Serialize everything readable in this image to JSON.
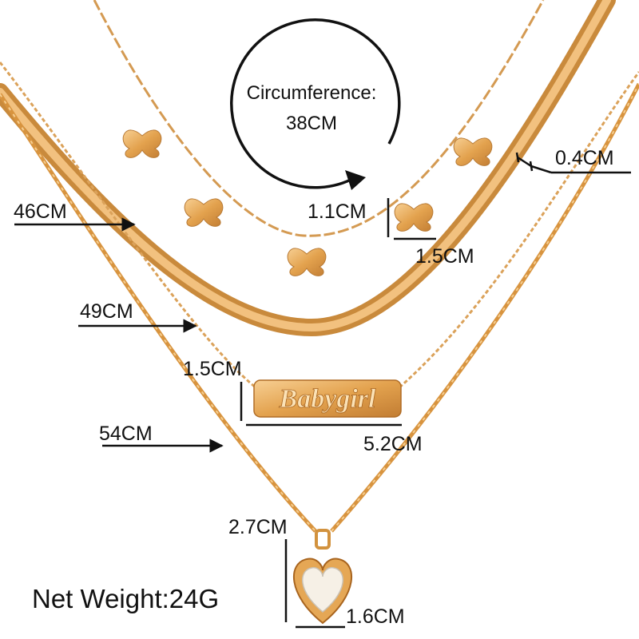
{
  "circumference": {
    "label": "Circumference:",
    "value": "38CM"
  },
  "lengths": {
    "chain1": "46CM",
    "chain2": "49CM",
    "chain3": "54CM"
  },
  "dimensions": {
    "snake_chain_width": "0.4CM",
    "butterfly_height": "1.1CM",
    "butterfly_width": "1.5CM",
    "babygirl_height": "1.5CM",
    "babygirl_width": "5.2CM",
    "heart_height": "2.7CM",
    "heart_width": "1.6CM"
  },
  "pendant_text": "Babygirl",
  "net_weight": "Net Weight:24G",
  "colors": {
    "gold": "#e3a24e",
    "gold_light": "#f5c98a",
    "gold_dark": "#b8732a",
    "ink": "#111111",
    "background": "#ffffff"
  }
}
